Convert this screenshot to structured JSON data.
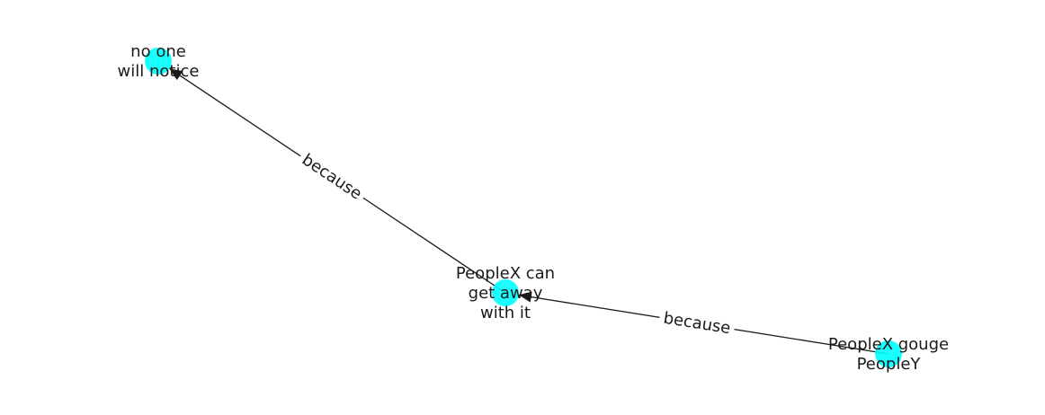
{
  "graph": {
    "node_color": "#00ffff",
    "edge_color": "#1a1a1a",
    "nodes": [
      {
        "id": "n1",
        "label_lines": [
          "no one",
          "will notice"
        ]
      },
      {
        "id": "n2",
        "label_lines": [
          "PeopleX can",
          "get away",
          "with it"
        ]
      },
      {
        "id": "n3",
        "label_lines": [
          "PeopleX gouge",
          "PeopleY"
        ]
      }
    ],
    "edges": [
      {
        "from": "n3",
        "to": "n2",
        "label": "because"
      },
      {
        "from": "n2",
        "to": "n1",
        "label": "because"
      }
    ]
  }
}
